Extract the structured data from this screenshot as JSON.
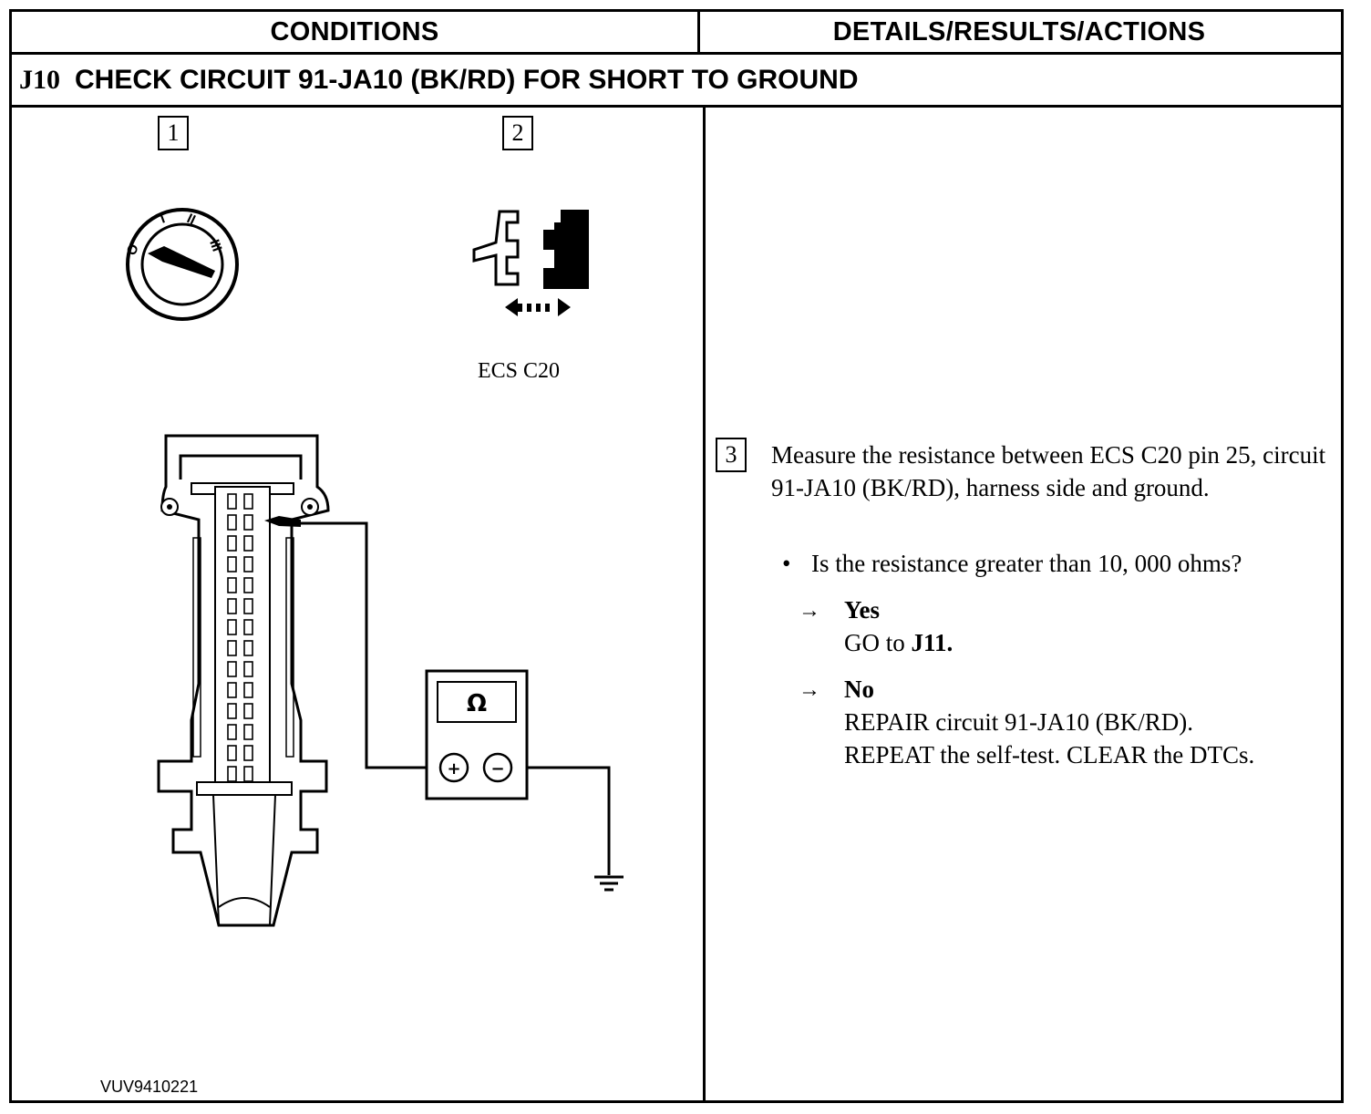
{
  "header": {
    "conditions": "CONDITIONS",
    "details": "DETAILS/RESULTS/ACTIONS"
  },
  "step": {
    "id": "J10",
    "title": "CHECK CIRCUIT 91-JA10 (BK/RD) FOR SHORT TO GROUND"
  },
  "conditions": {
    "box1": "1",
    "box2": "2",
    "connector_caption": "ECS C20",
    "figure_id": "VUV9410221",
    "ignition_positions": [
      "O",
      "I",
      "II",
      "III"
    ],
    "meter_symbol": "Ω",
    "meter_plus": "+",
    "meter_minus": "−",
    "icons": [
      "ignition-key-switch-icon",
      "disconnect-connector-icon",
      "harness-connector-icon",
      "ohmmeter-icon",
      "ground-symbol-icon"
    ]
  },
  "actions": {
    "box3": "3",
    "instruction": "Measure the resistance between ECS C20 pin 25, circuit 91-JA10 (BK/RD), harness side and ground.",
    "bullet": "•",
    "question": "Is the resistance greater than 10, 000 ohms?",
    "arrow": "→",
    "yes": {
      "label": "Yes",
      "text_prefix": "GO to ",
      "text_bold": "J11."
    },
    "no": {
      "label": "No",
      "line1": "REPAIR circuit 91-JA10 (BK/RD).",
      "line2": "REPEAT the self-test. CLEAR the DTCs."
    }
  }
}
